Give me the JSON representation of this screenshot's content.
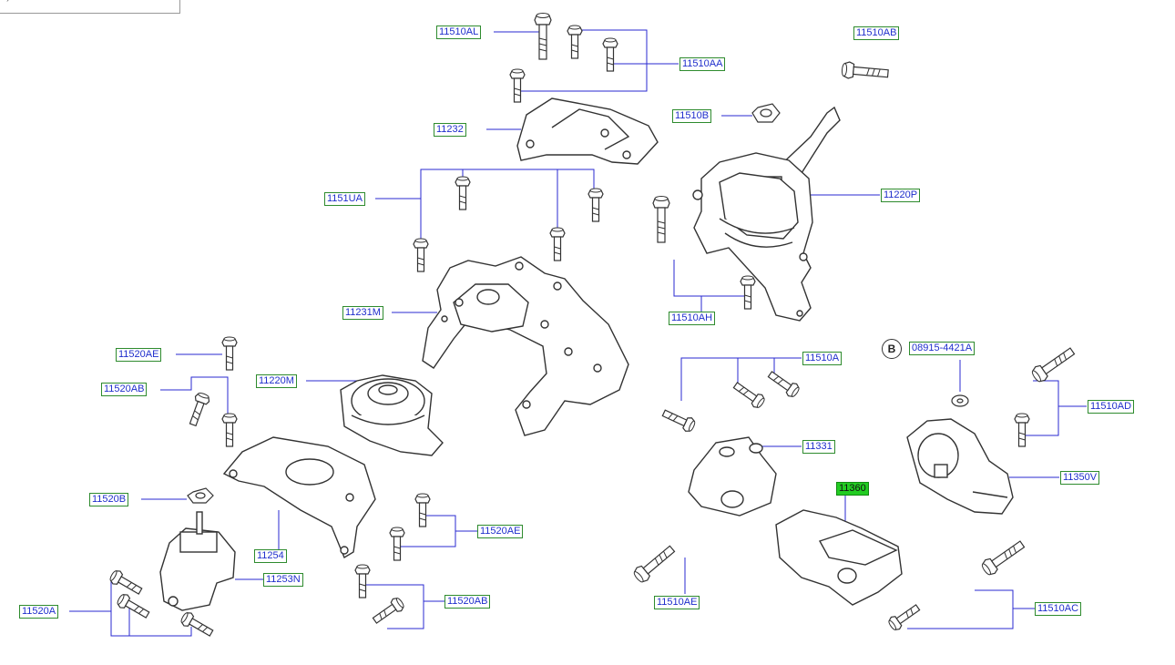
{
  "callout_marker": "B",
  "labels": {
    "l11510AL": "11510AL",
    "l11510AA": "11510AA",
    "l11510AB": "11510AB",
    "l11232": "11232",
    "l11510B": "11510B",
    "l1151UA": "1151UA",
    "l11220P": "11220P",
    "l11231M": "11231M",
    "l11510AH": "11510AH",
    "l11520AE_top": "11520AE",
    "l11520AB_left": "11520AB",
    "l11220M": "11220M",
    "l11510A": "11510A",
    "l08915": "08915-4421A",
    "l11510AD": "11510AD",
    "l11331": "11331",
    "l11350V": "11350V",
    "l11360": "11360",
    "l11520B": "11520B",
    "l11254": "11254",
    "l11520AE_bottom": "11520AE",
    "l11253N": "11253N",
    "l11520A": "11520A",
    "l11520AB_bottom": "11520AB",
    "l11510AE": "11510AE",
    "l11510AC": "11510AC"
  },
  "colors": {
    "label_text": "#1f2ecc",
    "label_border": "#2e8b2e",
    "highlight": "#22cc22",
    "line": "#2a2ad0",
    "part_stroke": "#333333"
  }
}
